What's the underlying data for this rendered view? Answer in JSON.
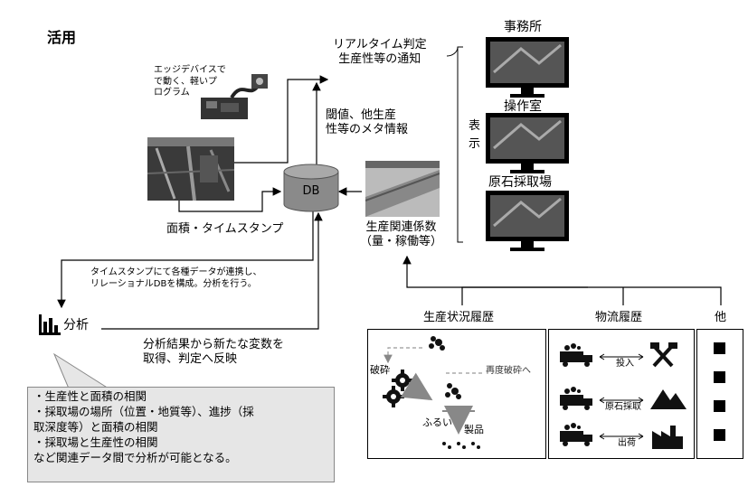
{
  "page_title": "活用",
  "edge_device_caption": [
    "エッジデバイスで",
    "で動く、軽いプ",
    "ログラム"
  ],
  "realtime_notice": [
    "リアルタイム判定",
    "生産性等の通知"
  ],
  "threshold_info": [
    "閾値、他生産",
    "性等のメタ情報"
  ],
  "area_timestamp": "面積・タイムスタンプ",
  "db_label": "DB",
  "display_label": [
    "表",
    "示"
  ],
  "monitors": [
    {
      "label": "事務所"
    },
    {
      "label": "操作室"
    },
    {
      "label": "原石採取場"
    }
  ],
  "production_coefficients": [
    "生産関連係数",
    "（量・稼働等）"
  ],
  "timestamp_link_note": [
    "タイムスタンプにて各種データが連携し、",
    "リレーショナルDBを構成。分析を行う。"
  ],
  "analysis_label": "分析",
  "analysis_feedback": [
    "分析結果から新たな変数を",
    "取得、判定へ反映"
  ],
  "callout_lines": [
    "・生産性と面積の相関",
    "・採取場の場所（位置・地質等）、進捗（採",
    "取深度等）と面積の相関",
    "・採取場と生産性の相関",
    "など関連データ間で分析が可能となる。"
  ],
  "production_history": {
    "title": "生産状況履歴",
    "crush": "破砕",
    "recrush": "再度破砕へ",
    "sieve": "ふるい",
    "product": "製品"
  },
  "logistics_history": {
    "title": "物流履歴",
    "rows": [
      "投入",
      "原石採取",
      "出荷"
    ]
  },
  "other_label": "他",
  "colors": {
    "db_fill": "#8a8a8a",
    "callout_fill": "#e6e6e6",
    "gear": "#111111"
  }
}
